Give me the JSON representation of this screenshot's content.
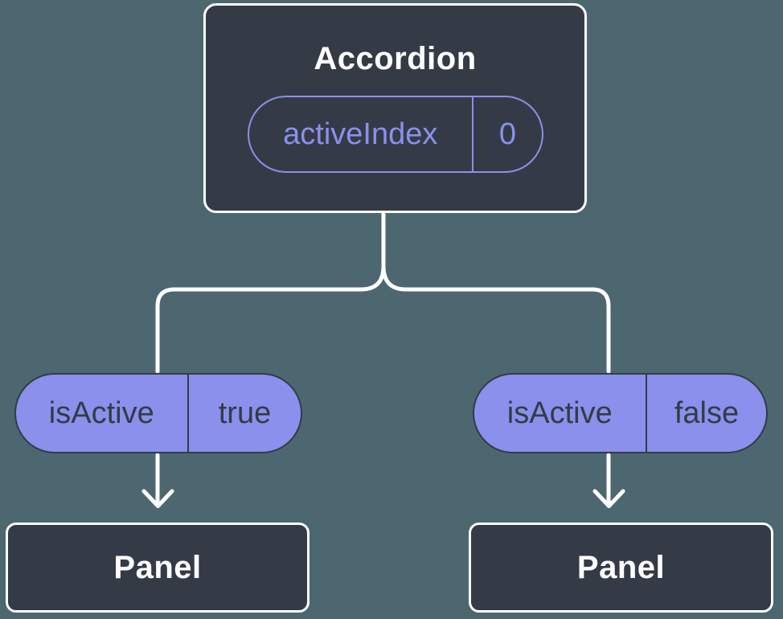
{
  "diagram": {
    "root": {
      "title": "Accordion",
      "prop_name": "activeIndex",
      "prop_value": "0"
    },
    "left_branch": {
      "prop_name": "isActive",
      "prop_value": "true",
      "child_title": "Panel"
    },
    "right_branch": {
      "prop_name": "isActive",
      "prop_value": "false",
      "child_title": "Panel"
    },
    "colors": {
      "background": "#4C6770",
      "node_fill": "#343B46",
      "node_border": "#FFFFFF",
      "accent_purple": "#8A90EC",
      "pill_dark_text": "#343B46",
      "connector": "#FFFFFF",
      "title_text": "#FFFFFF"
    }
  }
}
